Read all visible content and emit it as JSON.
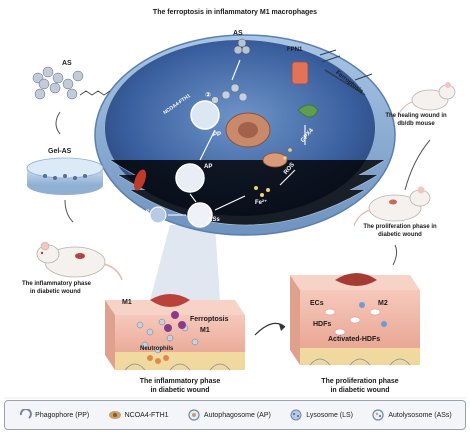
{
  "title": "The ferroptosis in  inflammatory M1 macrophages",
  "left": {
    "as_label": "AS",
    "gel_label": "Gel-AS",
    "phase_text_1": "The inflammatory phase",
    "phase_text_2": "in diabetic wound"
  },
  "cell": {
    "as_top": "AS",
    "fpn1": "FPN1",
    "ferroptosis": "Ferroptosis",
    "ncoa4": "NCOA4-FTH1",
    "pp": "PP",
    "ap": "AP",
    "ls": "LS",
    "ass": "ASs",
    "fe": "Fe²⁺",
    "ros": "ROS",
    "gpx4": "GPX4",
    "step": "②"
  },
  "right": {
    "healing_1": "The healing wound in",
    "healing_2": "db/db mouse",
    "prolif_1": "The proliferation phase in",
    "prolif_2": "diabetic wound"
  },
  "bottom_left": {
    "m1": "M1",
    "ferroptosis": "Ferroptosis",
    "m1b": "M1",
    "neutrophils": "Neutrophils",
    "caption_1": "The inflammatory phase",
    "caption_2": "in diabetic wound"
  },
  "bottom_right": {
    "ecs": "ECs",
    "m2": "M2",
    "hdfs": "HDFs",
    "activated": "Activated-HDFs",
    "caption_1": "The proliferation phase",
    "caption_2": "in diabetic wound"
  },
  "legend": [
    {
      "label": "Phagophore (PP)",
      "icon": "phagophore-icon"
    },
    {
      "label": "NCOA4-FTH1",
      "icon": "ncoa4-fth1-icon"
    },
    {
      "label": "Autophagosome (AP)",
      "icon": "autophagosome-icon"
    },
    {
      "label": "Lysosome (LS)",
      "icon": "lysosome-icon"
    },
    {
      "label": "Autolysosome (ASs)",
      "icon": "autolysosome-icon"
    }
  ],
  "colors": {
    "cell_interior": "#3a5f9e",
    "cell_shell": "#8fb3d9",
    "skin_pink": "#f2b8a8",
    "wound_red": "#b8433a",
    "membrane_protein": "#e0735a"
  }
}
